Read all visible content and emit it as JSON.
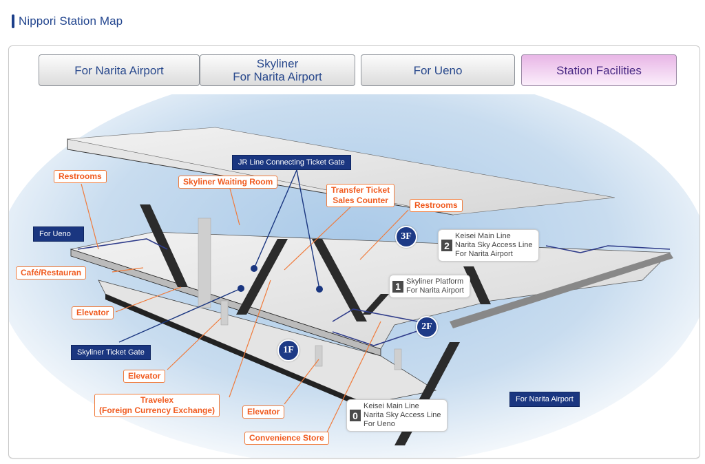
{
  "header": {
    "title": "Nippori Station Map"
  },
  "tabs": [
    {
      "label": "For Narita Airport",
      "active": false
    },
    {
      "label": "Skyliner\nFor Narita Airport",
      "line1": "Skyliner",
      "line2": "For Narita Airport",
      "active": false
    },
    {
      "label": "For Ueno",
      "active": false
    },
    {
      "label": "Station Facilities",
      "active": true
    }
  ],
  "facility_callouts": {
    "restrooms_left": "Restrooms",
    "skyliner_waiting_room": "Skyliner Waiting Room",
    "transfer_ticket_line1": "Transfer Ticket",
    "transfer_ticket_line2": "Sales Counter",
    "restrooms_right": "Restrooms",
    "cafe_restaurant": "Café/Restauran",
    "elevator_1": "Elevator",
    "elevator_2": "Elevator",
    "travelex_line1": "Travelex",
    "travelex_line2": "(Foreign Currency Exchange)",
    "elevator_3": "Elevator",
    "convenience_store": "Convenience Store"
  },
  "gate_labels": {
    "jr_connecting": "JR Line Connecting Ticket Gate",
    "for_ueno": "For Ueno",
    "skyliner_gate": "Skyliner Ticket Gate",
    "for_narita": "For Narita Airport"
  },
  "platforms": [
    {
      "number": "2",
      "lines": [
        "Keisei Main Line",
        "Narita Sky Access Line",
        "For Narita Airport"
      ]
    },
    {
      "number": "1",
      "lines": [
        "Skyliner Platform",
        "For Narita Airport"
      ]
    },
    {
      "number": "0",
      "lines": [
        "Keisei Main Line",
        "Narita Sky Access Line",
        "For Ueno"
      ]
    }
  ],
  "floors": {
    "f3": "3F",
    "f2": "2F",
    "f1": "1F"
  },
  "colors": {
    "navy": "#1a3680",
    "callout_orange": "#f05a1e",
    "active_tab": "#e8b6e6"
  }
}
